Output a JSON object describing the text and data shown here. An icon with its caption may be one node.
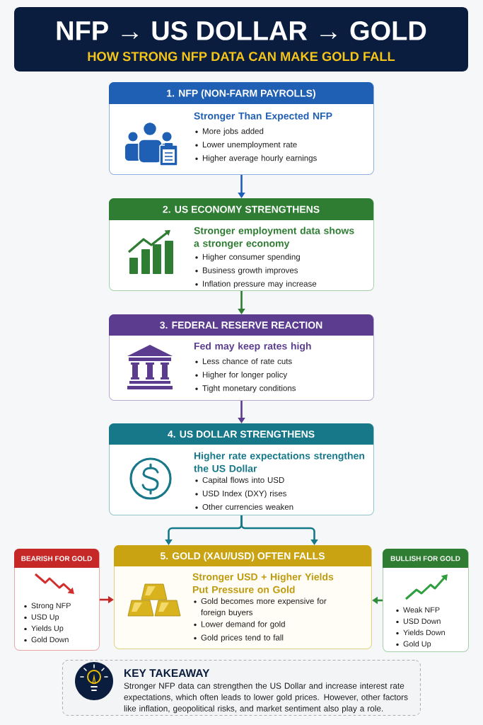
{
  "diagram": {
    "title": "NFP → US DOLLAR → GOLD",
    "nodes": [
      {
        "text": [
          "1. NFP (NON-FARM PAYROLLS)",
          "Stronger Than Expected NFP",
          "More jobs added",
          "Lower unemployment rate",
          "Higher average hourly earnings"
        ]
      },
      {
        "text": [
          "2. US ECONOMY STRENGTHENS",
          "Stronger employment data shows a stronger economy",
          "Higher consumer spending",
          "Business growth improves",
          "Inflation pressure may increase"
        ]
      },
      {
        "text": [
          "3. FEDERAL RESERVE REACTION",
          "Fed may keep rates high",
          "Less chance of rate cuts",
          "Higher for longer policy",
          "Tight monetary conditions"
        ]
      },
      {
        "text": [
          "4. US DOLLAR STRENGTHENS",
          "Higher rate expectations strengthen the US Dollar",
          "Capital flows into USD",
          "USD Index (DXY) rises",
          "Other currencies weaken"
        ]
      },
      {
        "text": [
          "BEARISH FOR GOLD",
          "Strong NFP",
          "USD Up",
          "Yields Up",
          "Gold Down"
        ]
      },
      {
        "text": [
          "5. GOLD (XAU/USD) OFTEN FALLS",
          "Stronger USD + Higher Yields Put Pressure on Gold",
          "Gold becomes more expensive for foreign buyers",
          "Lower demand for gold",
          "Gold prices tend to fall"
        ]
      },
      {
        "text": [
          "BULLISH FOR GOLD",
          "Weak NFP",
          "USD Down",
          "Yields Down",
          "Gold Up"
        ]
      },
      {
        "text": [
          "KEY TAKEAWAY",
          "Stronger NFP data can strengthen the US Dollar and increase interest rate expectations, which often leads to lower gold prices. However, other factors like inflation, geopolitical risks, and market sentiment also play a role."
        ]
      }
    ],
    "edges": [
      {
        "from": 0,
        "to": 1,
        "arrow": "to",
        "color": "#1f5fb4"
      },
      {
        "from": 1,
        "to": 2,
        "arrow": "to",
        "color": "#2e7d32"
      },
      {
        "from": 2,
        "to": 3,
        "arrow": "to",
        "color": "#5b3c8f"
      },
      {
        "from": 3,
        "to": 5,
        "arrow": "to",
        "color": "#17788a"
      },
      {
        "from": 3,
        "to": 5,
        "arrow": "to",
        "color": "#17788a"
      },
      {
        "from": 4,
        "to": 5,
        "arrow": "to",
        "color": "#c62828"
      },
      {
        "from": 6,
        "to": 5,
        "arrow": "to",
        "color": "#2e8b3a"
      }
    ],
    "labels": [
      "HOW STRONG NFP DATA CAN MAKE GOLD FALL"
    ]
  }
}
